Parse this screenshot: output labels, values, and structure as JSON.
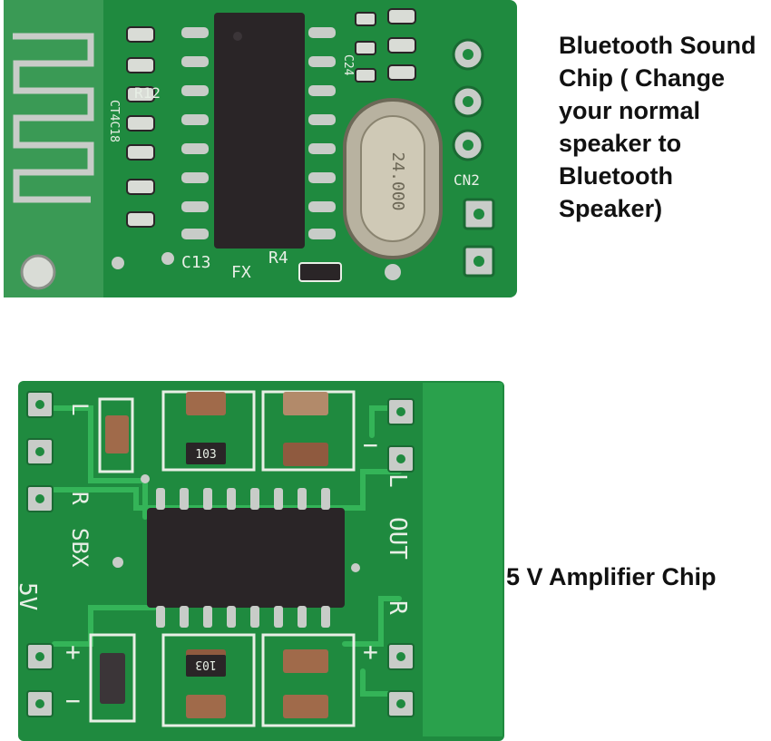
{
  "bluetooth_module": {
    "caption": "Bluetooth Sound\nChip ( Change\nyour normal\nspeaker to\nBluetooth\nSpeaker)",
    "silkscreen": {
      "cap_c13": "C13",
      "res_r4": "R4",
      "label_fx": "FX",
      "res_r12": "R12",
      "cap_c24": "C24",
      "cap_c18": "CT4C18",
      "connector_cn2": "CN2",
      "crystal_marking": "24.000"
    }
  },
  "amplifier_module": {
    "caption": "5 V Amplifier Chip",
    "silkscreen": {
      "left_channel": "L",
      "right_channel": "R",
      "sbx": "SBX",
      "voltage": "5V",
      "out": "OUT",
      "out_left": "L",
      "out_right": "R",
      "plus_left": "+",
      "minus_left": "−",
      "plus_right": "+",
      "minus_right": "−",
      "resistor_103_top": "103",
      "resistor_103_bottom": "103"
    }
  },
  "colors": {
    "pcb_green": "#1f8a3f",
    "pcb_green_light": "#2aa14c",
    "trace_green": "#34b458",
    "silkscreen": "#e8efe6",
    "pad_silver": "#c8ccc8",
    "ic_black": "#2a2527",
    "crystal_silver": "#b8b2a0"
  }
}
